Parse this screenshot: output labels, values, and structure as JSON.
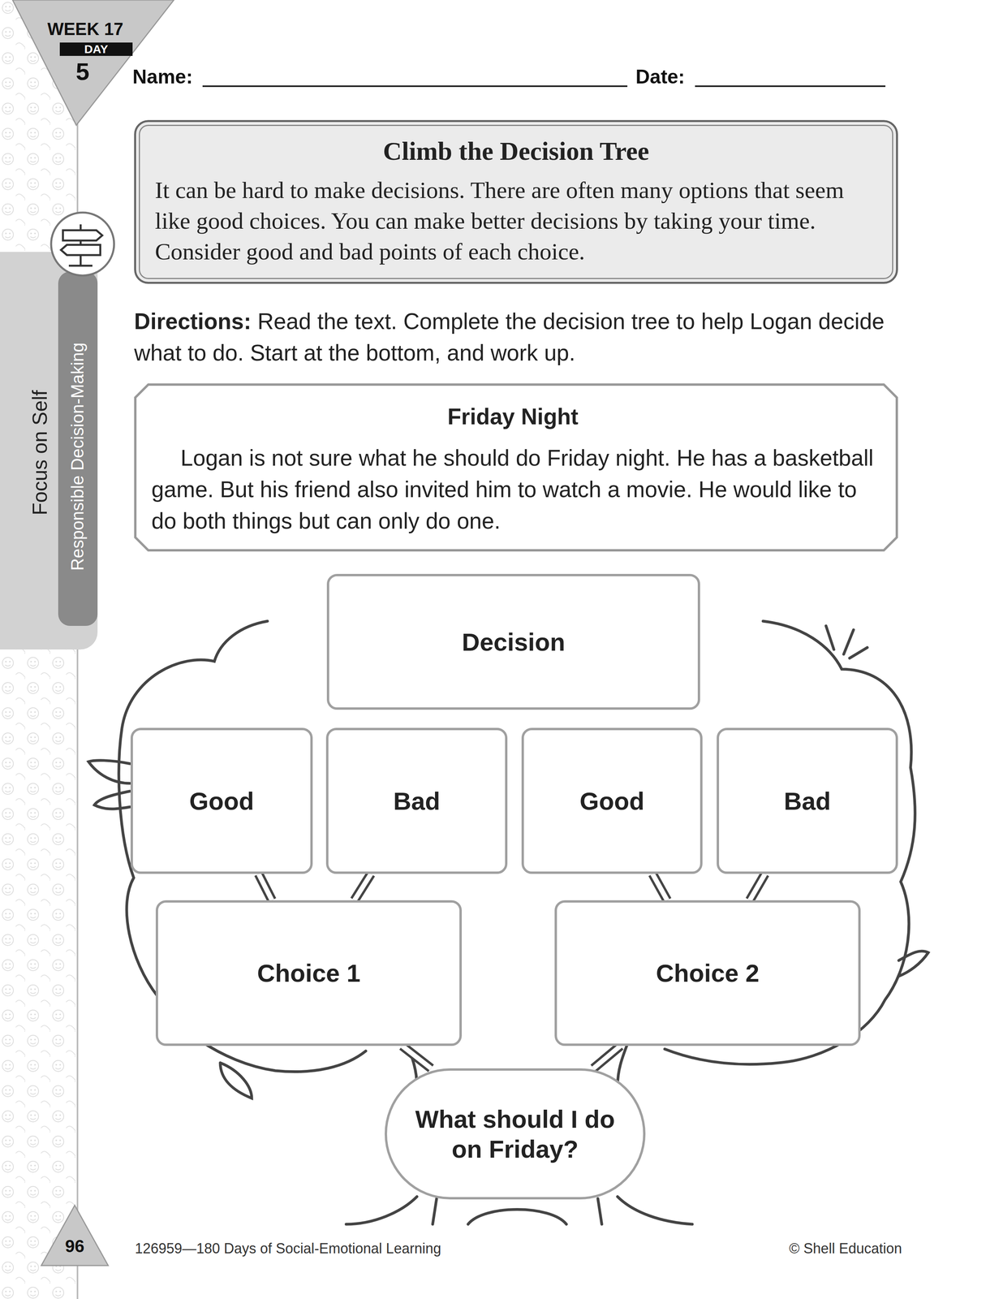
{
  "diagram": {
    "nodes": [
      {
        "text": [
          "Climb the Decision Tree",
          "It can be hard to make decisions. There are often many options that seem like good choices. You can make better decisions by taking your time. Consider good and bad points of each choice."
        ]
      },
      {
        "text": [
          "Friday Night",
          "Logan is not sure what he should do Friday night. He has a basketball game. But his friend also invited him to watch a movie. He would like to do both things but can only do one."
        ]
      },
      {
        "text": [
          "Decision"
        ]
      },
      {
        "text": [
          "Good"
        ]
      },
      {
        "text": [
          "Bad"
        ]
      },
      {
        "text": [
          "Good"
        ]
      },
      {
        "text": [
          "Bad"
        ]
      },
      {
        "text": [
          "Choice 1"
        ]
      },
      {
        "text": [
          "Choice 2"
        ]
      },
      {
        "text": [
          "What should I do on Friday?"
        ]
      }
    ],
    "edges": [
      {
        "from": 9,
        "to": 7,
        "arrow": "none"
      },
      {
        "from": 9,
        "to": 8,
        "arrow": "none"
      },
      {
        "from": 7,
        "to": 3,
        "arrow": "none"
      },
      {
        "from": 7,
        "to": 4,
        "arrow": "none"
      },
      {
        "from": 8,
        "to": 5,
        "arrow": "none"
      },
      {
        "from": 8,
        "to": 6,
        "arrow": "none"
      }
    ],
    "labels": [
      "WEEK 17",
      "DAY",
      "5",
      "Name:",
      "Date:",
      "Focus on Self",
      "Responsible Decision-Making",
      "Directions:",
      "Read the text. Complete the decision tree to help Logan decide what to do. Start at the bottom, and work up.",
      "96",
      "126959—180 Days of Social-Emotional Learning",
      "© Shell Education"
    ]
  }
}
